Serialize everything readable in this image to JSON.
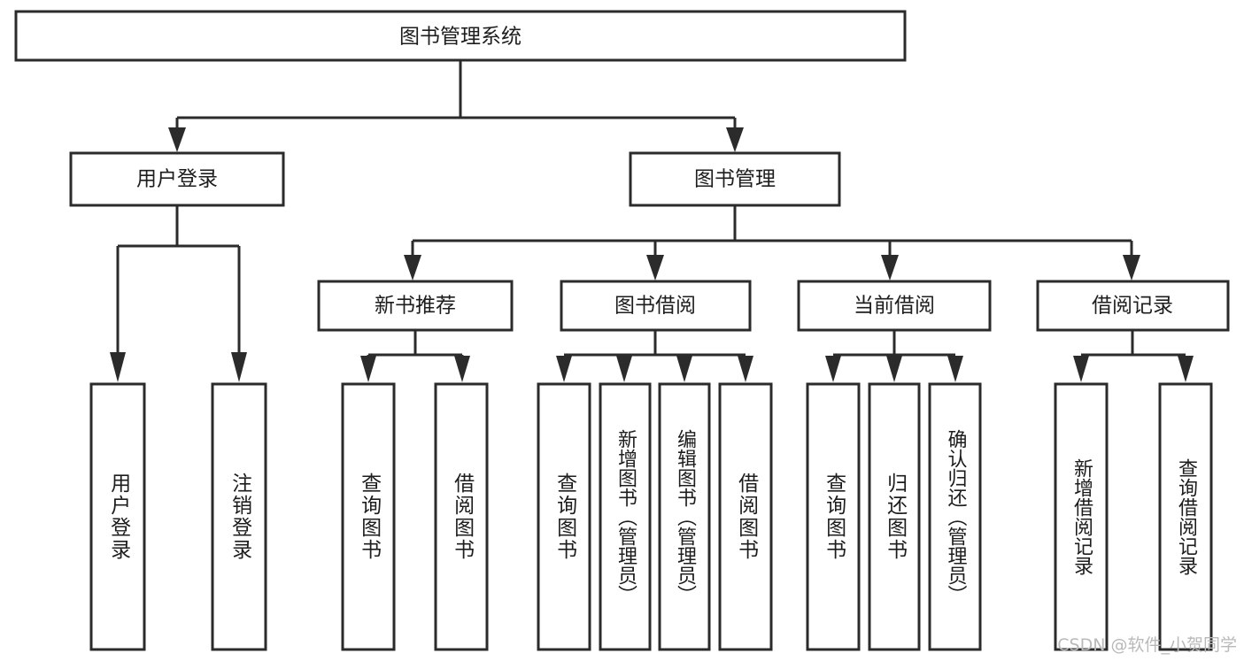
{
  "diagram": {
    "type": "tree-hierarchy",
    "title": "图书管理系统",
    "watermark": "CSDN @软件_小贺同学",
    "colors": {
      "stroke": "#2b2b2b",
      "fill": "#ffffff",
      "text": "#1d1d1d",
      "watermark": "#b9b9b9"
    },
    "levels": {
      "root": {
        "label": "图书管理系统"
      },
      "level2": [
        {
          "id": "user-login",
          "label": "用户登录"
        },
        {
          "id": "book-management",
          "label": "图书管理"
        }
      ],
      "level3": [
        {
          "id": "new-book-recommend",
          "label": "新书推荐",
          "parent": "book-management"
        },
        {
          "id": "book-borrow",
          "label": "图书借阅",
          "parent": "book-management"
        },
        {
          "id": "current-borrow",
          "label": "当前借阅",
          "parent": "book-management"
        },
        {
          "id": "borrow-record",
          "label": "借阅记录",
          "parent": "book-management"
        }
      ],
      "leaves": [
        {
          "id": "leaf-user-login",
          "label": "用户登录",
          "parent": "user-login"
        },
        {
          "id": "leaf-logout-login",
          "label": "注销登录",
          "parent": "user-login"
        },
        {
          "id": "leaf-query-book-1",
          "label": "查询图书",
          "parent": "new-book-recommend"
        },
        {
          "id": "leaf-borrow-book-1",
          "label": "借阅图书",
          "parent": "new-book-recommend"
        },
        {
          "id": "leaf-query-book-2",
          "label": "查询图书",
          "parent": "book-borrow"
        },
        {
          "id": "leaf-add-book",
          "label": "新增图书（管理员）",
          "parent": "book-borrow"
        },
        {
          "id": "leaf-edit-book",
          "label": "编辑图书（管理员）",
          "parent": "book-borrow"
        },
        {
          "id": "leaf-borrow-book-2",
          "label": "借阅图书",
          "parent": "book-borrow"
        },
        {
          "id": "leaf-query-book-3",
          "label": "查询图书",
          "parent": "current-borrow"
        },
        {
          "id": "leaf-return-book",
          "label": "归还图书",
          "parent": "current-borrow"
        },
        {
          "id": "leaf-confirm-return",
          "label": "确认归还（管理员）",
          "parent": "current-borrow"
        },
        {
          "id": "leaf-add-record",
          "label": "新增借阅记录",
          "parent": "borrow-record"
        },
        {
          "id": "leaf-query-record",
          "label": "查询借阅记录",
          "parent": "borrow-record"
        }
      ]
    }
  }
}
